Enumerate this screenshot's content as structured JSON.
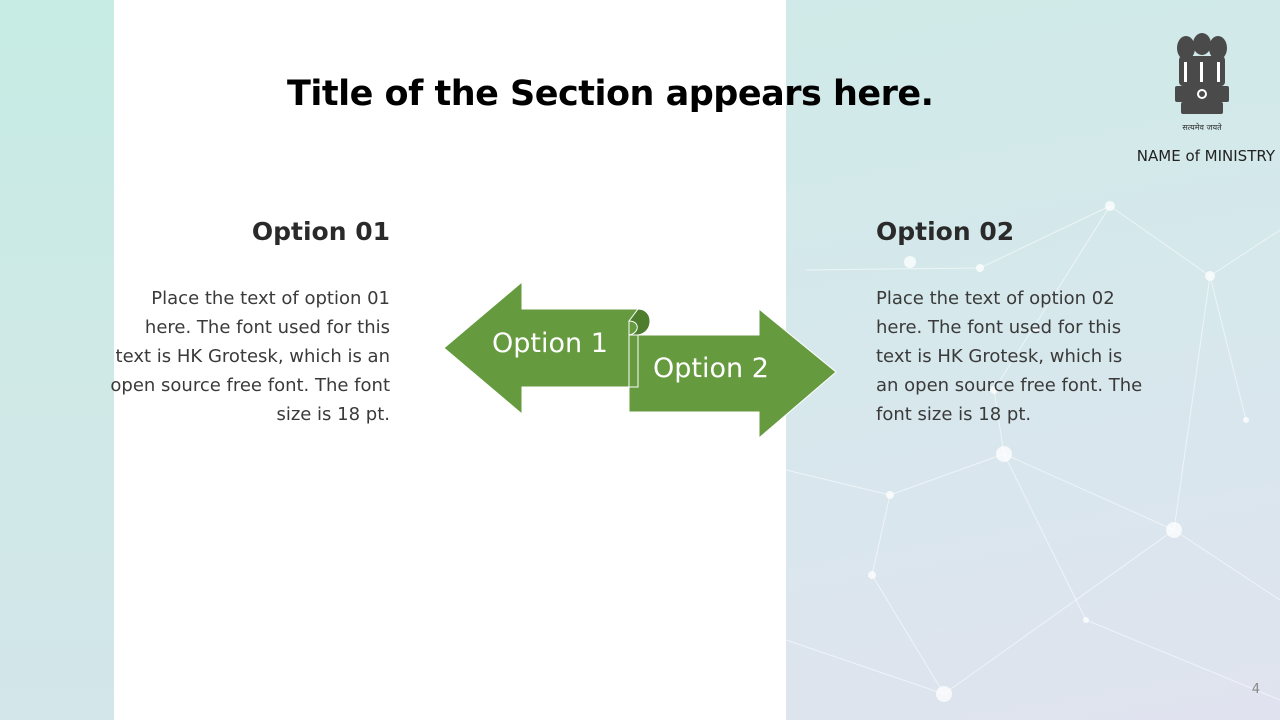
{
  "slide": {
    "title": "Title of the Section appears here.",
    "ministry_name": "NAME of MINISTRY",
    "emblem_motto": "सत्यमेव जयते",
    "page_number": "4"
  },
  "option1": {
    "heading": "Option 01",
    "text": "Place the text of option 01 here. The font used for this text is HK Grotesk, which is an open source free font. The font size is 18 pt.",
    "arrow_label": "Option 1"
  },
  "option2": {
    "heading": "Option 02",
    "text": "Place the text of option 02 here. The font used for this text is HK Grotesk, which is an open source free font. The font size is 18 pt.",
    "arrow_label": "Option 2"
  },
  "colors": {
    "arrow_green": "#659a3f",
    "arrow_green_dark": "#4f7d2e",
    "left_band": "#c6ece4",
    "right_panel": "#d6e8ec"
  },
  "icons": {
    "emblem": "national-emblem-icon"
  }
}
